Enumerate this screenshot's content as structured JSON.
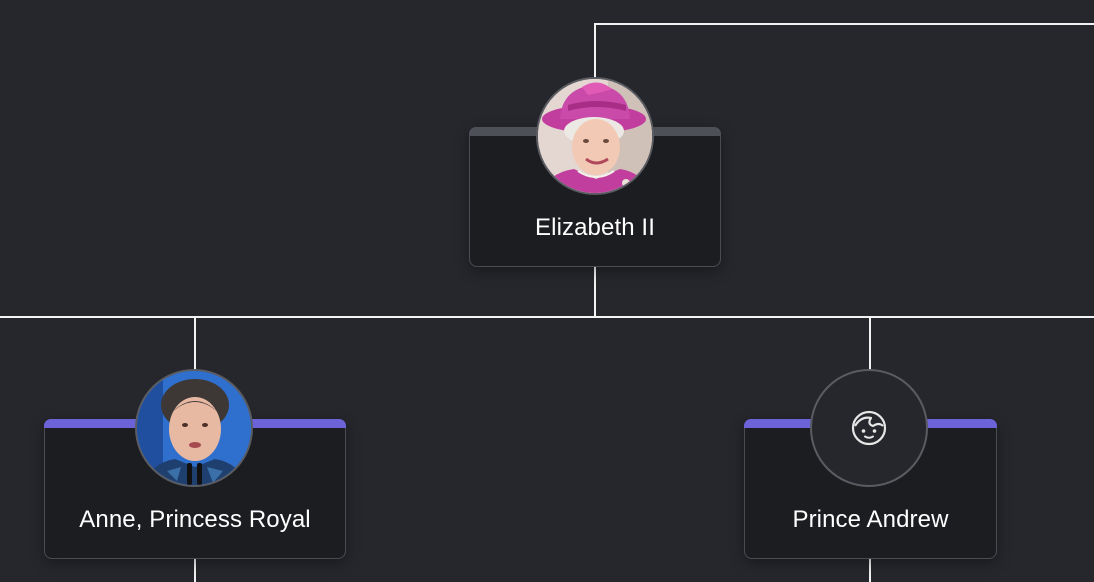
{
  "colors": {
    "background": "#25272c",
    "card_background": "#1c1d21",
    "card_border": "#4a4c52",
    "connector": "#f2f2f2",
    "root_accent": "#4e5058",
    "child_accent": "#6c63d9",
    "text": "#ffffff"
  },
  "tree": {
    "root": {
      "name": "Elizabeth II",
      "avatar": "portrait-photo"
    },
    "children": [
      {
        "name": "Anne, Princess Royal",
        "avatar": "portrait-photo"
      },
      {
        "name": "Prince Andrew",
        "avatar": "person-placeholder-icon"
      }
    ]
  }
}
